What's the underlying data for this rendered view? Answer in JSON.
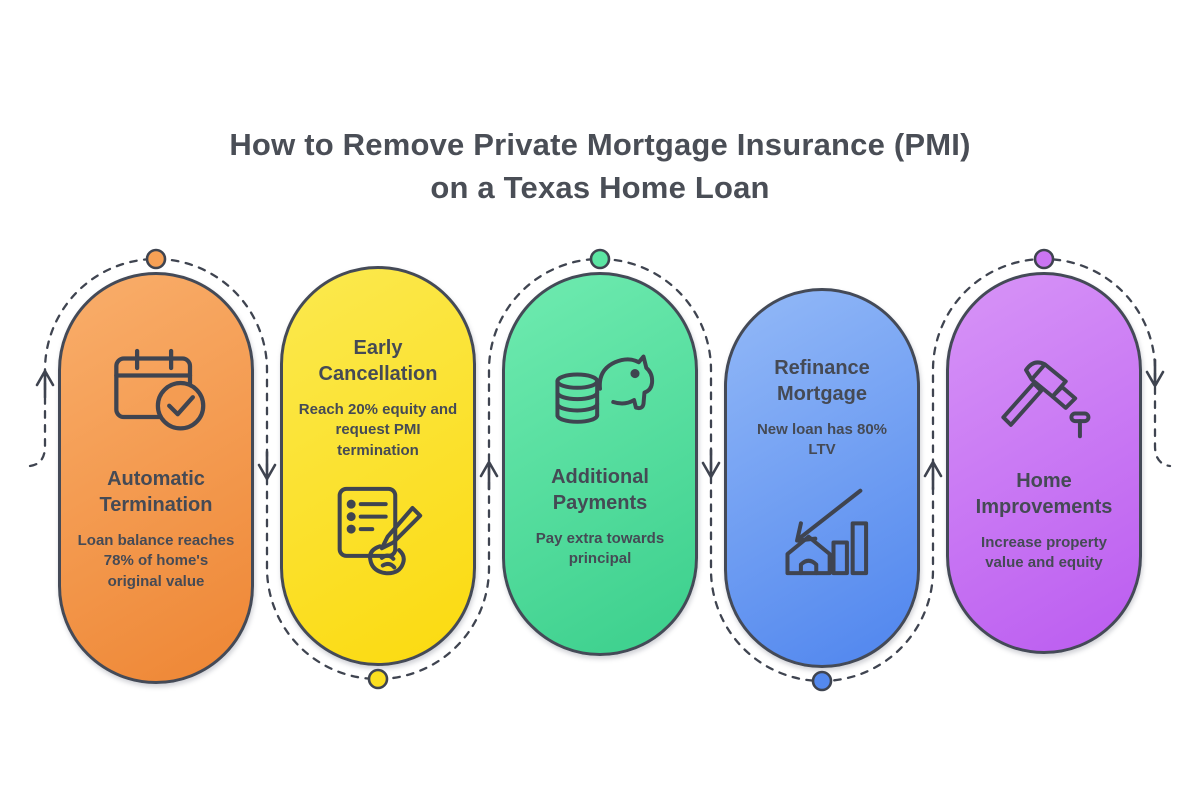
{
  "title": {
    "line1": "How to Remove Private Mortgage Insurance (PMI)",
    "line2": "on a Texas Home Loan"
  },
  "cards": [
    {
      "id": "automatic-termination",
      "title": "Automatic Termination",
      "description": "Loan balance reaches 78% of home's original value",
      "icon": "calendar-check-icon",
      "layout": "icon-top",
      "dot_position": "top",
      "gradient_top": "#f9ae6b",
      "gradient_bottom": "#ee8634",
      "dot_color": "#f6a055"
    },
    {
      "id": "early-cancellation",
      "title": "Early Cancellation",
      "description": "Reach 20% equity and request PMI termination",
      "icon": "signing-document-icon",
      "layout": "text-top",
      "dot_position": "bottom",
      "gradient_top": "#fbe94f",
      "gradient_bottom": "#fbda0f",
      "dot_color": "#fbdf20"
    },
    {
      "id": "additional-payments",
      "title": "Additional Payments",
      "description": "Pay extra towards principal",
      "icon": "piggy-bank-coins-icon",
      "layout": "icon-top",
      "dot_position": "top",
      "gradient_top": "#6febb0",
      "gradient_bottom": "#3bcf8c",
      "dot_color": "#5ce5a3"
    },
    {
      "id": "refinance-mortgage",
      "title": "Refinance Mortgage",
      "description": "New loan has 80% LTV",
      "icon": "house-chart-down-icon",
      "layout": "text-top",
      "dot_position": "bottom",
      "gradient_top": "#93b9f7",
      "gradient_bottom": "#4f85ee",
      "dot_color": "#5489ee"
    },
    {
      "id": "home-improvements",
      "title": "Home Improvements",
      "description": "Increase property value and equity",
      "icon": "hammer-nail-icon",
      "layout": "icon-top",
      "dot_position": "top",
      "gradient_top": "#d794f7",
      "gradient_bottom": "#bb5cf0",
      "dot_color": "#ca75f3"
    }
  ],
  "connector": {
    "style": "dashed-serpentine",
    "line_color": "#3f4450",
    "arrow_directions": [
      "up",
      "down",
      "up",
      "down",
      "up",
      "down"
    ]
  },
  "style": {
    "background": "#ffffff",
    "title_color": "#4a4e56",
    "card_text_color": "#454a55",
    "outline_color": "#444a57"
  }
}
